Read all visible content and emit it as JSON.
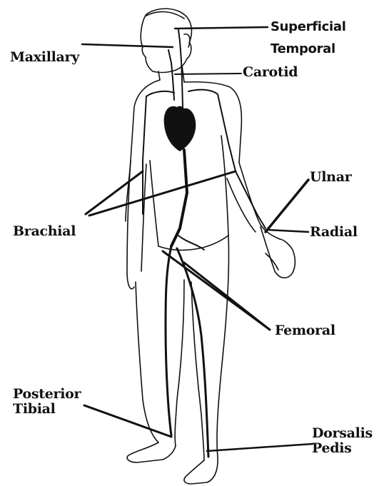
{
  "labels": {
    "superficial": "Superficial",
    "temporal": "Temporal",
    "maxillary": "Maxillary",
    "carotid": "Carotid",
    "ulnar": "Ulnar",
    "brachial": "Brachial",
    "radial": "Radial",
    "femoral": "Femoral",
    "posterior": "Posterior",
    "tibial": "Tibial",
    "dorsalis": "Dorsalis",
    "pedis": "Pedis"
  },
  "colors": {
    "ink": "#111111",
    "background": "#ffffff"
  }
}
